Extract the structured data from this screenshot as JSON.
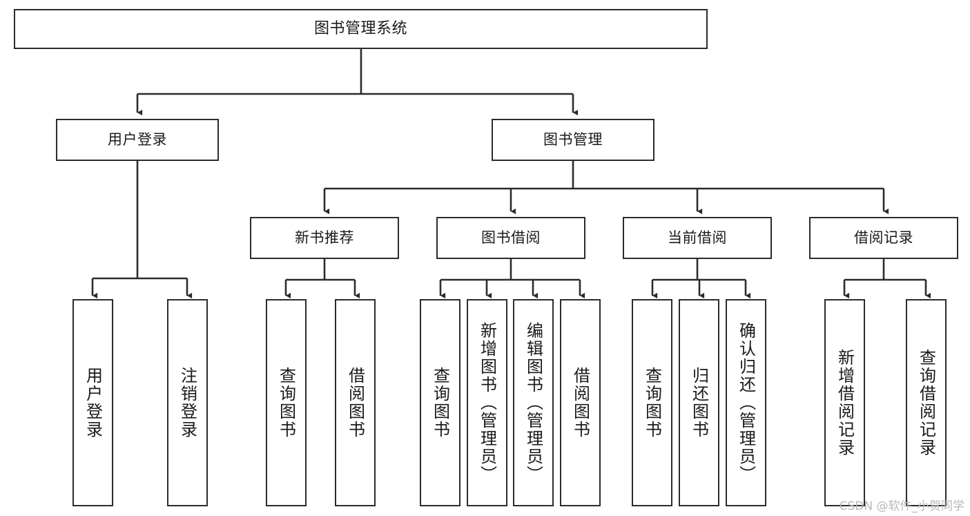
{
  "diagram": {
    "title": "图书管理系统",
    "type": "功能结构图",
    "style": {
      "box_border_color": "#2b2b2b",
      "box_fill_color": "#ffffff",
      "line_color": "#2b2b2b",
      "text_color": "#1a1a1a",
      "background": "#ffffff",
      "watermark_color": "#b8b8b8"
    },
    "root": {
      "label": "图书管理系统"
    },
    "level1": [
      {
        "label": "用户登录"
      },
      {
        "label": "图书管理"
      }
    ],
    "user_login_leaves": [
      {
        "label": "用户登录"
      },
      {
        "label": "注销登录"
      }
    ],
    "level2": [
      {
        "label": "新书推荐"
      },
      {
        "label": "图书借阅"
      },
      {
        "label": "当前借阅"
      },
      {
        "label": "借阅记录"
      }
    ],
    "new_book_leaves": [
      {
        "label": "查询图书"
      },
      {
        "label": "借阅图书"
      }
    ],
    "book_borrow_leaves": [
      {
        "label": "查询图书"
      },
      {
        "label": "新增图书（管理员）"
      },
      {
        "label": "编辑图书（管理员）"
      },
      {
        "label": "借阅图书"
      }
    ],
    "current_borrow_leaves": [
      {
        "label": "查询图书"
      },
      {
        "label": "归还图书"
      },
      {
        "label": "确认归还（管理员）"
      }
    ],
    "borrow_record_leaves": [
      {
        "label": "新增借阅记录"
      },
      {
        "label": "查询借阅记录"
      }
    ],
    "watermark": "CSDN @软件_小贺同学"
  }
}
